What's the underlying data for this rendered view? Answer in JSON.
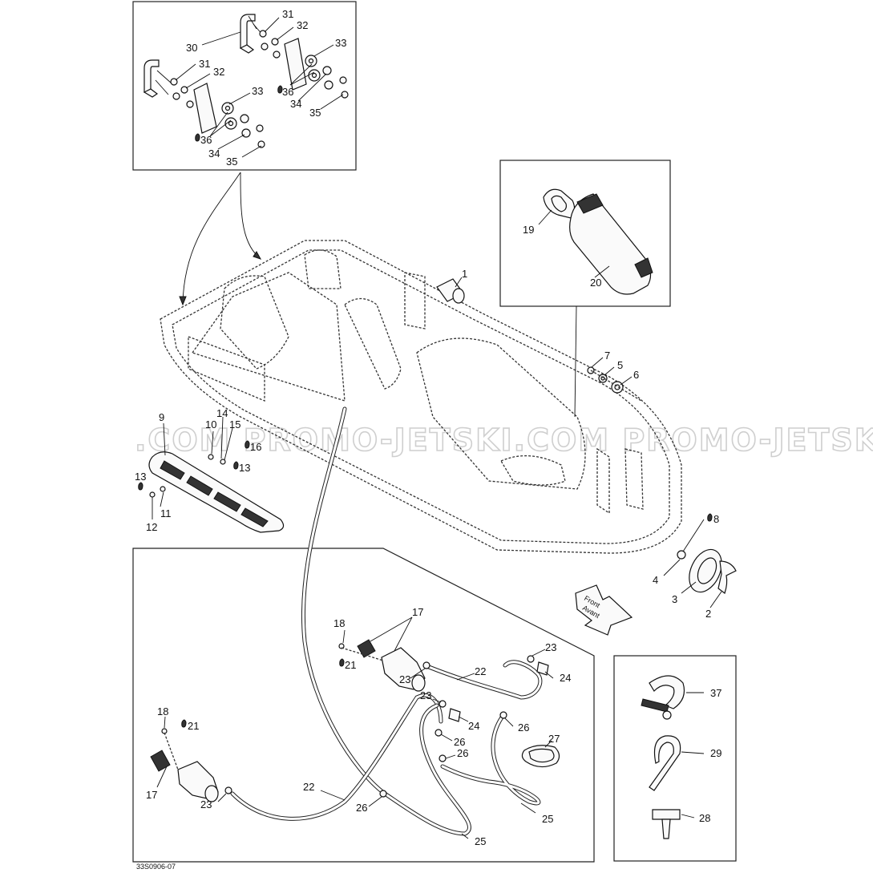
{
  "watermark": ".COM  PROMO-JETSKI.COM  PROMO-JETSKI",
  "drawing_code": "33S0906-07",
  "direction_arrow": {
    "line1": "Front",
    "line2": "Avant"
  },
  "callouts": [
    {
      "id": "c31a",
      "text": "31"
    },
    {
      "id": "c32a",
      "text": "32"
    },
    {
      "id": "c33a",
      "text": "33"
    },
    {
      "id": "c30",
      "text": "30"
    },
    {
      "id": "c31b",
      "text": "31"
    },
    {
      "id": "c32b",
      "text": "32"
    },
    {
      "id": "c36a",
      "text": "36"
    },
    {
      "id": "c34a",
      "text": "34"
    },
    {
      "id": "c35a",
      "text": "35"
    },
    {
      "id": "c33b",
      "text": "33"
    },
    {
      "id": "c36b",
      "text": "36"
    },
    {
      "id": "c34b",
      "text": "34"
    },
    {
      "id": "c35b",
      "text": "35"
    },
    {
      "id": "c19",
      "text": "19"
    },
    {
      "id": "c20",
      "text": "20"
    },
    {
      "id": "c1",
      "text": "1"
    },
    {
      "id": "c7",
      "text": "7"
    },
    {
      "id": "c5",
      "text": "5"
    },
    {
      "id": "c6",
      "text": "6"
    },
    {
      "id": "c9",
      "text": "9"
    },
    {
      "id": "c14",
      "text": "14"
    },
    {
      "id": "c10",
      "text": "10"
    },
    {
      "id": "c15",
      "text": "15"
    },
    {
      "id": "c16",
      "text": "16"
    },
    {
      "id": "c13a",
      "text": "13"
    },
    {
      "id": "c13b",
      "text": "13"
    },
    {
      "id": "c11",
      "text": "11"
    },
    {
      "id": "c12",
      "text": "12"
    },
    {
      "id": "c8",
      "text": "8"
    },
    {
      "id": "c4",
      "text": "4"
    },
    {
      "id": "c3",
      "text": "3"
    },
    {
      "id": "c2",
      "text": "2"
    },
    {
      "id": "c18a",
      "text": "18"
    },
    {
      "id": "c17a",
      "text": "17"
    },
    {
      "id": "c21a",
      "text": "21"
    },
    {
      "id": "c23a",
      "text": "23"
    },
    {
      "id": "c22a",
      "text": "22"
    },
    {
      "id": "c23b",
      "text": "23"
    },
    {
      "id": "c24a",
      "text": "24"
    },
    {
      "id": "c23c",
      "text": "23"
    },
    {
      "id": "c24b",
      "text": "24"
    },
    {
      "id": "c26a",
      "text": "26"
    },
    {
      "id": "c26b",
      "text": "26"
    },
    {
      "id": "c26c",
      "text": "26"
    },
    {
      "id": "c27",
      "text": "27"
    },
    {
      "id": "c18b",
      "text": "18"
    },
    {
      "id": "c21b",
      "text": "21"
    },
    {
      "id": "c17b",
      "text": "17"
    },
    {
      "id": "c23d",
      "text": "23"
    },
    {
      "id": "c22b",
      "text": "22"
    },
    {
      "id": "c26d",
      "text": "26"
    },
    {
      "id": "c25a",
      "text": "25"
    },
    {
      "id": "c25b",
      "text": "25"
    },
    {
      "id": "c37",
      "text": "37"
    },
    {
      "id": "c29",
      "text": "29"
    },
    {
      "id": "c28",
      "text": "28"
    }
  ]
}
